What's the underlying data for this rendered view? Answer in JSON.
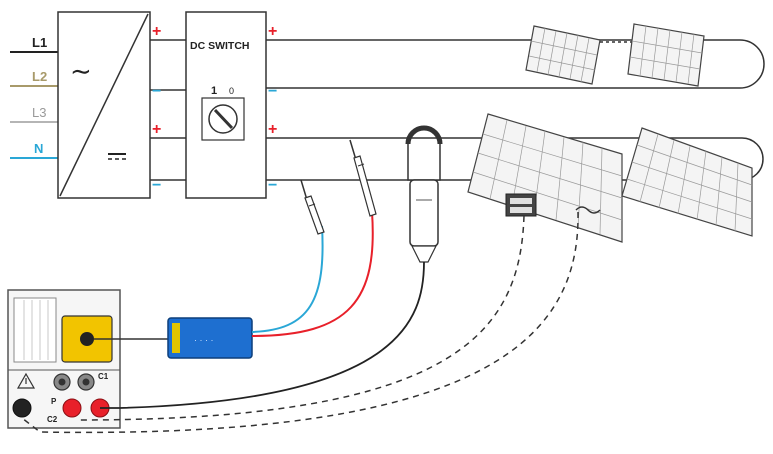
{
  "phase_labels": [
    "L1",
    "L2",
    "L3",
    "N"
  ],
  "phase_colors": [
    "#222222",
    "#a89a6a",
    "#9a9a9a",
    "#2aa7d6"
  ],
  "dc_switch": {
    "title": "DC SWITCH",
    "pos_on": "1",
    "pos_off": "0"
  },
  "polarity": {
    "plus": "+",
    "minus": "−",
    "plus_color": "#e8202a",
    "minus_color": "#2aa7d6"
  },
  "inverter": {
    "ac_symbol": "∼",
    "dc_symbol": "⎓"
  },
  "instrument": {
    "terminal_p": "P",
    "terminal_c1": "C1",
    "terminal_c2": "C2",
    "warning_icon": "warning-triangle-icon",
    "port_color": "#f2c400"
  },
  "adapter": {
    "label": "· · · ·",
    "color": "#1e6fd0"
  },
  "probe_colors": {
    "blue": "#2aa7d6",
    "red": "#e8202a",
    "black": "#222222"
  }
}
